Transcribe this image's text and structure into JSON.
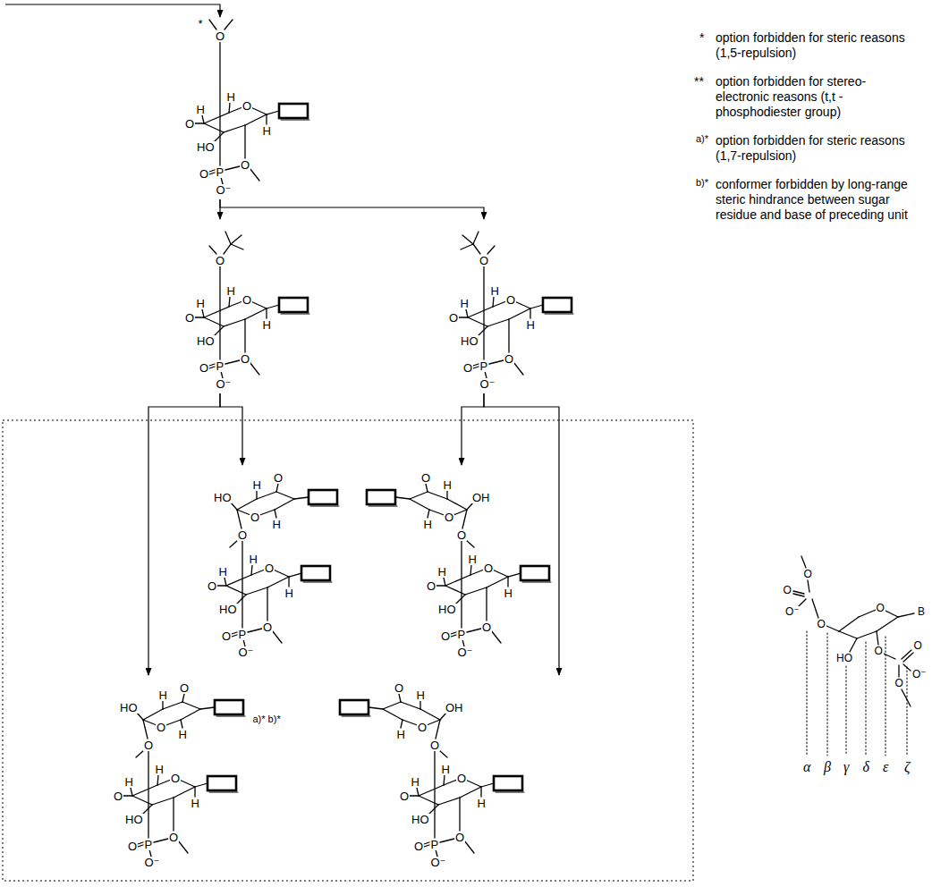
{
  "diagram": {
    "nodes": [
      {
        "text": [
          "*",
          "O",
          "H",
          "O",
          "O",
          "H",
          "H",
          "HO",
          "O",
          "O",
          "P",
          "O⁻"
        ]
      },
      {
        "text": [
          "O",
          "H",
          "O",
          "O",
          "H",
          "H",
          "HO",
          "O",
          "O",
          "P",
          "O⁻"
        ]
      },
      {
        "text": [
          "O",
          "H",
          "O",
          "O",
          "H",
          "H",
          "HO",
          "O",
          "O",
          "P",
          "O⁻"
        ]
      },
      {
        "text": [
          "O",
          "H",
          "HO",
          "O",
          "H",
          "O",
          "H",
          "O",
          "O",
          "H",
          "H",
          "HO",
          "O",
          "O",
          "P",
          "O⁻"
        ]
      },
      {
        "text": [
          "O",
          "H",
          "OH",
          "O",
          "H",
          "O",
          "H",
          "O",
          "O",
          "H",
          "H",
          "HO",
          "O",
          "O",
          "P",
          "O⁻"
        ]
      },
      {
        "text": [
          "O",
          "H",
          "HO",
          "O",
          "H",
          "O",
          "H",
          "O",
          "O",
          "H",
          "H",
          "HO",
          "O",
          "O",
          "P",
          "O⁻",
          "a)* b)*"
        ]
      },
      {
        "text": [
          "O",
          "H",
          "OH",
          "O",
          "H",
          "O",
          "H",
          "O",
          "O",
          "H",
          "H",
          "HO",
          "O",
          "O",
          "P",
          "O⁻"
        ]
      }
    ],
    "edges": [
      {
        "from": 0,
        "to": 1,
        "arrow": "to"
      },
      {
        "from": 0,
        "to": 2,
        "arrow": "to"
      },
      {
        "from": 1,
        "to": 5,
        "arrow": "to"
      },
      {
        "from": 1,
        "to": 3,
        "arrow": "to"
      },
      {
        "from": 2,
        "to": 4,
        "arrow": "to"
      },
      {
        "from": 2,
        "to": 6,
        "arrow": "to"
      }
    ],
    "labels": [
      "*",
      "option forbidden for steric reasons (1,5-repulsion)",
      "**",
      "option forbidden for stereo-electronic reasons (t,t - phosphodiester group)",
      "a)*",
      "option forbidden for steric reasons (1,7-repulsion)",
      "b)*",
      "conformer forbidden by long-range steric hindrance between sugar residue and base of preceding unit",
      "O",
      "O",
      "O⁻",
      "O",
      "O",
      "B",
      "HO",
      "O",
      "O",
      "O⁻",
      "O",
      "α",
      "β",
      "γ",
      "δ",
      "ε",
      "ζ"
    ]
  }
}
